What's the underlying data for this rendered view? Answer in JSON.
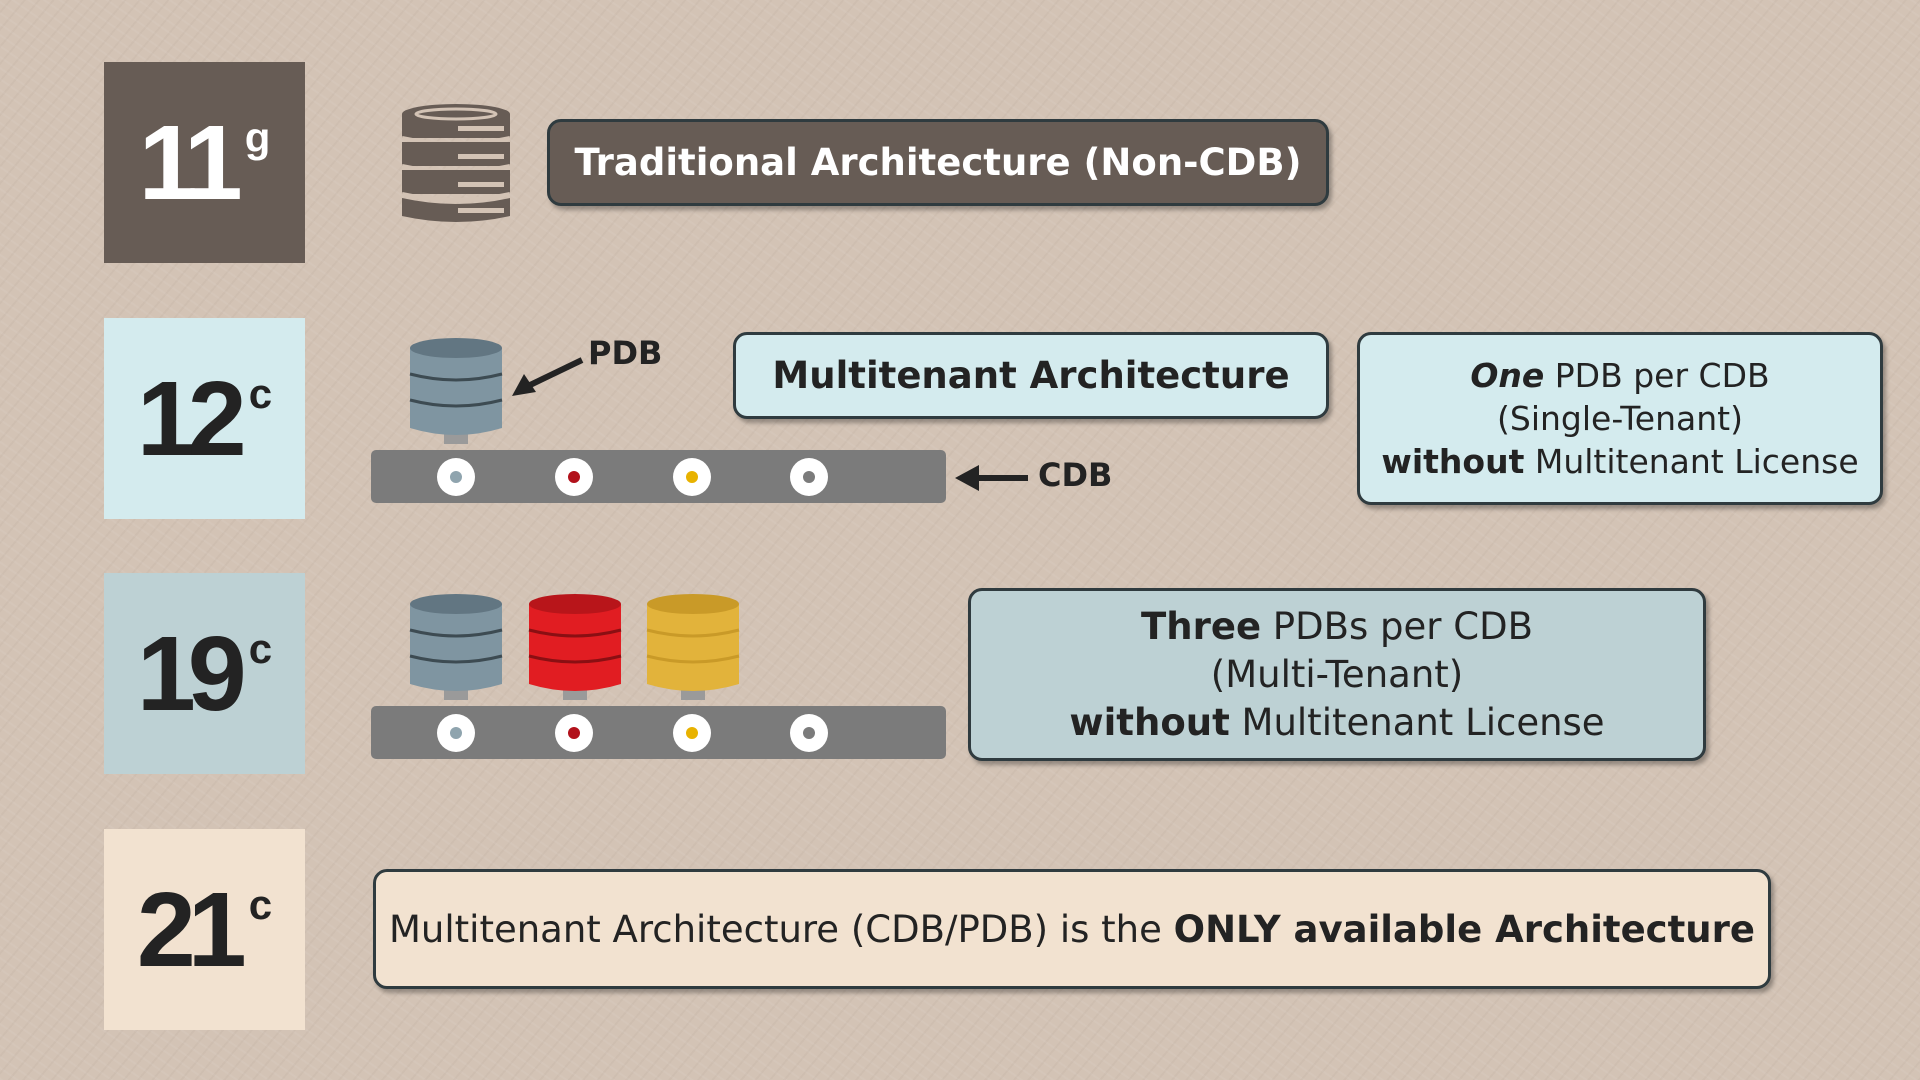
{
  "versions": [
    {
      "id": "11g",
      "number": "11",
      "suffix": "g"
    },
    {
      "id": "12c",
      "number": "12",
      "suffix": "c"
    },
    {
      "id": "19c",
      "number": "19",
      "suffix": "c"
    },
    {
      "id": "21c",
      "number": "21",
      "suffix": "c"
    }
  ],
  "traditional": {
    "label": "Traditional Architecture (Non-CDB)"
  },
  "multitenant": {
    "label": "Multitenant Architecture"
  },
  "labels": {
    "pdb": "PDB",
    "cdb": "CDB"
  },
  "single_tenant": {
    "line1_emph": "One",
    "line1_rest": " PDB per CDB",
    "line2": "(Single-Tenant)",
    "line3_emph": "without",
    "line3_rest": " Multitenant License"
  },
  "three_pdbs": {
    "line1_emph": "Three",
    "line1_rest": " PDBs per CDB",
    "line2": "(Multi-Tenant)",
    "line3_emph": "without",
    "line3_rest": " Multitenant License"
  },
  "only": {
    "text": "Multitenant Architecture (CDB/PDB) is the ",
    "emph": "ONLY available Architecture"
  },
  "colors": {
    "pdb_gray": "#7f95a1",
    "pdb_red": "#e11d22",
    "pdb_yellow": "#e2b33b",
    "tray": "#7b7b7b",
    "dark": "#675c55"
  },
  "icons": {
    "database": "database-icon",
    "pdb": "pdb-cylinder-icon",
    "cdb": "cdb-tray-icon",
    "arrow": "arrow-left-icon"
  }
}
